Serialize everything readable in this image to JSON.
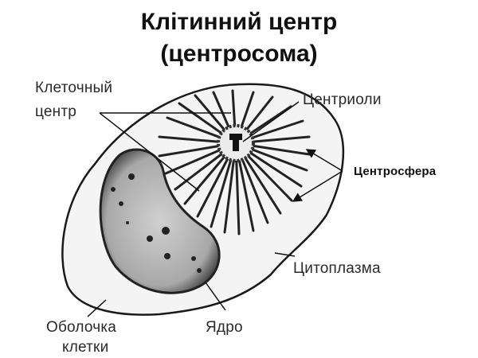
{
  "title": {
    "line1": "Клітинний центр",
    "line2": "(центросома)"
  },
  "labels": {
    "cell_center_line1": "Клеточный",
    "cell_center_line2": "центр",
    "centrioles": "Центриоли",
    "centrosphere": "Центросфера",
    "cytoplasm": "Цитоплазма",
    "membrane_line1": "Оболочка",
    "membrane_line2": "клетки",
    "nucleus": "Ядро"
  },
  "colors": {
    "ink": "#1a1a1a",
    "background": "#ffffff",
    "nucleus_fill": "#b8b8b8"
  }
}
